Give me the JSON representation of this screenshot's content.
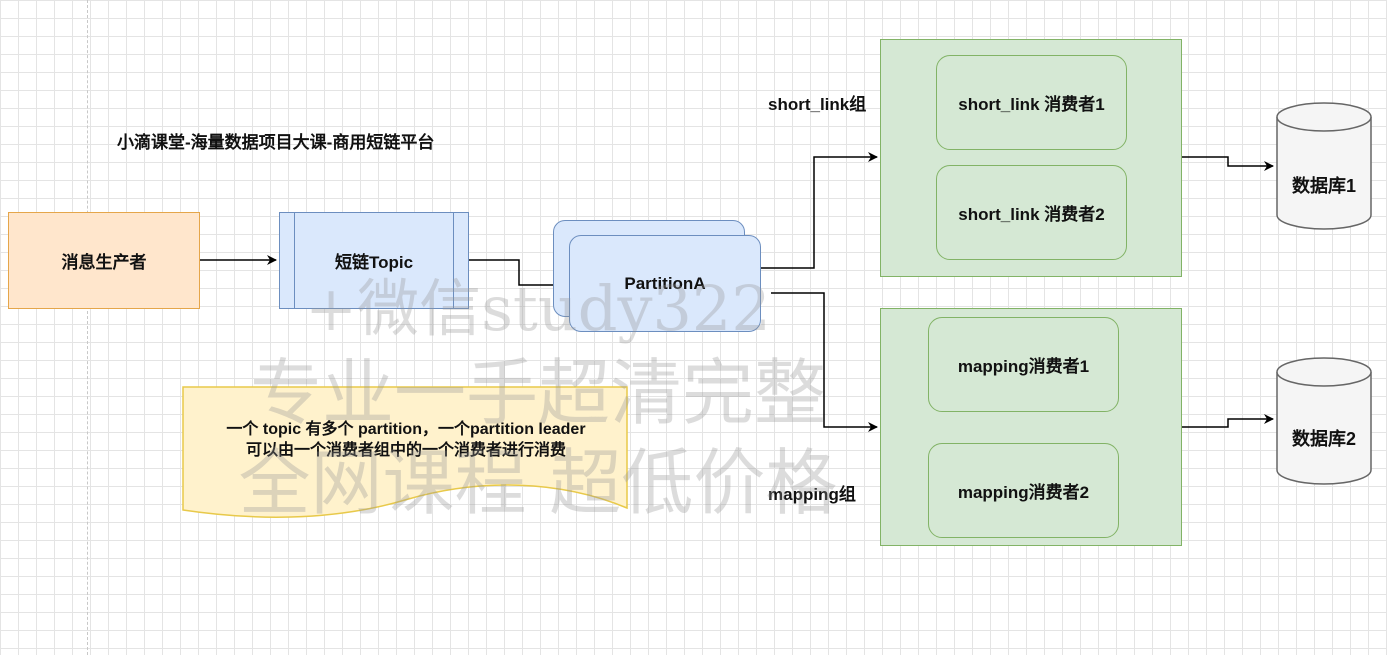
{
  "diagram": {
    "title": "小滴课堂-海量数据项目大课-商用短链平台",
    "producer": "消息生产者",
    "topic": "短链Topic",
    "partition": "PartitionA",
    "groups": {
      "short_link": {
        "label": "short_link组",
        "consumers": [
          "short_link 消费者1",
          "short_link 消费者2"
        ]
      },
      "mapping": {
        "label": "mapping组",
        "consumers": [
          "mapping消费者1",
          "mapping消费者2"
        ]
      }
    },
    "databases": [
      "数据库1",
      "数据库2"
    ],
    "note": {
      "line1": "一个 topic 有多个 partition，一个partition leader",
      "line2": "可以由一个消费者组中的一个消费者进行消费"
    },
    "watermark": {
      "line1": "+微信study322",
      "line2": "专业一手超清完整",
      "line3": "全网课程 超低价格"
    },
    "colors": {
      "producer_fill": "#ffe6cc",
      "producer_stroke": "#e5a64a",
      "topic_fill": "#dae8fc",
      "topic_stroke": "#6c8ebf",
      "group_fill": "#d5e8d4",
      "group_stroke": "#82b366",
      "note_fill": "#fff2cc",
      "note_stroke": "#e8c94a",
      "db_fill": "#f5f5f5",
      "db_stroke": "#666666"
    }
  }
}
